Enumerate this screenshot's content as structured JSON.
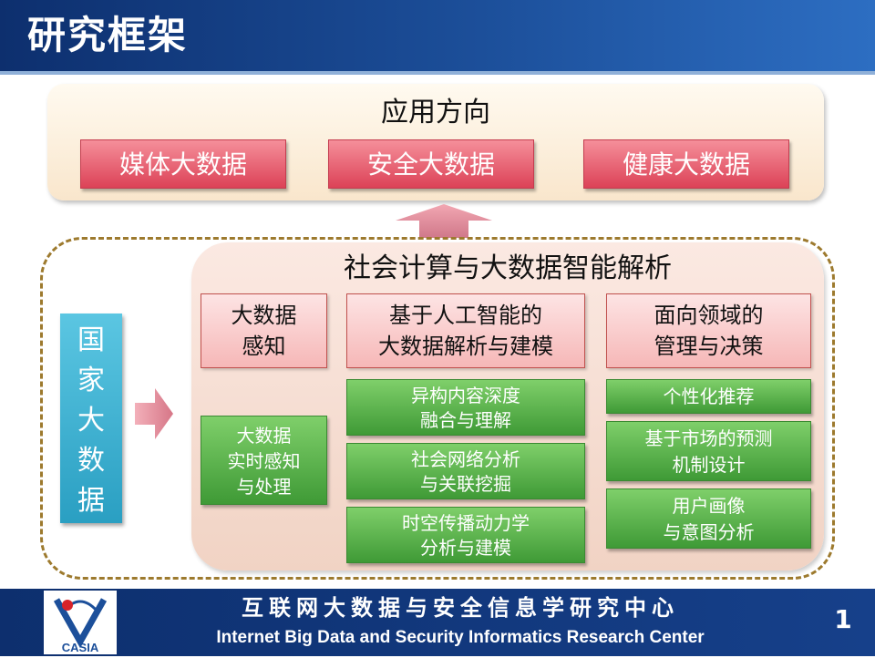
{
  "header": {
    "title": "研究框架"
  },
  "application": {
    "title": "应用方向",
    "items": [
      "媒体大数据",
      "安全大数据",
      "健康大数据"
    ]
  },
  "national": {
    "chars": [
      "国",
      "家",
      "大",
      "数",
      "据"
    ]
  },
  "social": {
    "title": "社会计算与大数据智能解析",
    "col1": {
      "header": [
        "大数据",
        "感知"
      ],
      "items": [
        [
          "大数据",
          "实时感知",
          "与处理"
        ]
      ]
    },
    "col2": {
      "header": [
        "基于人工智能的",
        "大数据解析与建模"
      ],
      "items": [
        [
          "异构内容深度",
          "融合与理解"
        ],
        [
          "社会网络分析",
          "与关联挖掘"
        ],
        [
          "时空传播动力学",
          "分析与建模"
        ]
      ]
    },
    "col3": {
      "header": [
        "面向领域的",
        "管理与决策"
      ],
      "items": [
        [
          "个性化推荐"
        ],
        [
          "基于市场的预测",
          "机制设计"
        ],
        [
          "用户画像",
          "与意图分析"
        ]
      ]
    }
  },
  "footer": {
    "logo_text": "CASIA",
    "center_cn": "互联网大数据与安全信息学研究中心",
    "center_en": "Internet Big Data and Security Informatics Research Center",
    "page_number": "1"
  },
  "colors": {
    "header_blue": "#0d2f6e",
    "accent_red": "#dc4257",
    "green": "#3f9a36",
    "cyan": "#2a9fc2",
    "dashed_gold": "#9d7a2e"
  }
}
